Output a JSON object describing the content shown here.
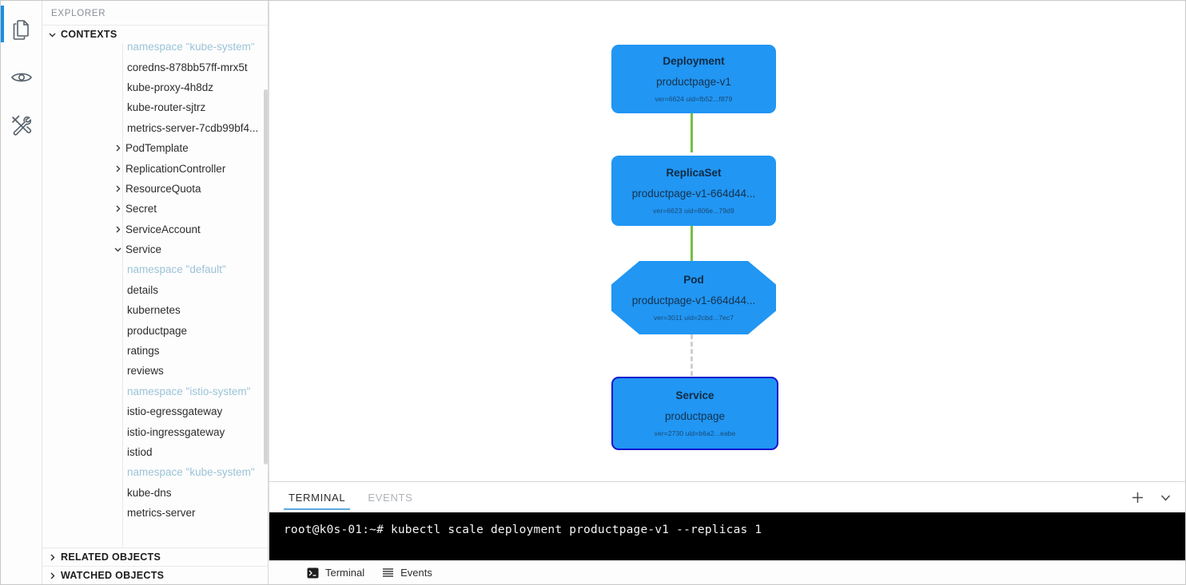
{
  "activity_bar": {
    "items": [
      {
        "icon": "documents-icon",
        "name": "explorer",
        "active": true
      },
      {
        "icon": "eye-icon",
        "name": "watch",
        "active": false
      },
      {
        "icon": "tools-icon",
        "name": "tools",
        "active": false
      }
    ]
  },
  "sidebar": {
    "title": "EXPLORER",
    "sections": [
      {
        "label": "CONTEXTS",
        "expanded": true
      },
      {
        "label": "RELATED OBJECTS",
        "expanded": false
      },
      {
        "label": "WATCHED OBJECTS",
        "expanded": false
      }
    ],
    "tree": [
      {
        "label": "namespace \"kube-system\"",
        "type": "namespace",
        "indent": 2
      },
      {
        "label": "coredns-878bb57ff-mrx5t",
        "type": "leaf",
        "indent": 2
      },
      {
        "label": "kube-proxy-4h8dz",
        "type": "leaf",
        "indent": 2
      },
      {
        "label": "kube-router-sjtrz",
        "type": "leaf",
        "indent": 2
      },
      {
        "label": "metrics-server-7cdb99bf4...",
        "type": "leaf",
        "indent": 2
      },
      {
        "label": "PodTemplate",
        "type": "group",
        "indent": 1,
        "expanded": false
      },
      {
        "label": "ReplicationController",
        "type": "group",
        "indent": 1,
        "expanded": false
      },
      {
        "label": "ResourceQuota",
        "type": "group",
        "indent": 1,
        "expanded": false
      },
      {
        "label": "Secret",
        "type": "group",
        "indent": 1,
        "expanded": false
      },
      {
        "label": "ServiceAccount",
        "type": "group",
        "indent": 1,
        "expanded": false
      },
      {
        "label": "Service",
        "type": "group",
        "indent": 1,
        "expanded": true
      },
      {
        "label": "namespace \"default\"",
        "type": "namespace",
        "indent": 2
      },
      {
        "label": "details",
        "type": "leaf",
        "indent": 2
      },
      {
        "label": "kubernetes",
        "type": "leaf",
        "indent": 2
      },
      {
        "label": "productpage",
        "type": "leaf",
        "indent": 2
      },
      {
        "label": "ratings",
        "type": "leaf",
        "indent": 2
      },
      {
        "label": "reviews",
        "type": "leaf",
        "indent": 2
      },
      {
        "label": "namespace \"istio-system\"",
        "type": "namespace",
        "indent": 2
      },
      {
        "label": "istio-egressgateway",
        "type": "leaf",
        "indent": 2
      },
      {
        "label": "istio-ingressgateway",
        "type": "leaf",
        "indent": 2
      },
      {
        "label": "istiod",
        "type": "leaf",
        "indent": 2
      },
      {
        "label": "namespace \"kube-system\"",
        "type": "namespace",
        "indent": 2
      },
      {
        "label": "kube-dns",
        "type": "leaf",
        "indent": 2
      },
      {
        "label": "metrics-server",
        "type": "leaf",
        "indent": 2
      }
    ]
  },
  "graph": {
    "node_color": "#2196f3",
    "edge_color": "#76c043",
    "selected_border_color": "#1515cf",
    "nodes": [
      {
        "kind": "Deployment",
        "name": "productpage-v1",
        "meta": "ver=6624 uid=fb52...f879",
        "shape": "rounded",
        "selected": false
      },
      {
        "kind": "ReplicaSet",
        "name": "productpage-v1-664d44...",
        "meta": "ver=6623 uid=806e...79d9",
        "shape": "rounded",
        "selected": false
      },
      {
        "kind": "Pod",
        "name": "productpage-v1-664d44...",
        "meta": "ver=3011 uid=2cbd...7ec7",
        "shape": "octagon",
        "selected": false
      },
      {
        "kind": "Service",
        "name": "productpage",
        "meta": "ver=2730 uid=b6a2...eabe",
        "shape": "rounded",
        "selected": true
      }
    ]
  },
  "panel": {
    "tabs": [
      {
        "label": "TERMINAL",
        "active": true
      },
      {
        "label": "EVENTS",
        "active": false
      }
    ],
    "actions": [
      {
        "icon": "plus-icon",
        "name": "new-terminal"
      },
      {
        "icon": "chevron-down-icon",
        "name": "collapse-panel"
      }
    ],
    "terminal_line": "root@k0s-01:~# kubectl scale deployment productpage-v1 --replicas 1"
  },
  "statusbar": {
    "items": [
      {
        "icon": "terminal-icon",
        "label": "Terminal"
      },
      {
        "icon": "events-icon",
        "label": "Events"
      }
    ]
  }
}
